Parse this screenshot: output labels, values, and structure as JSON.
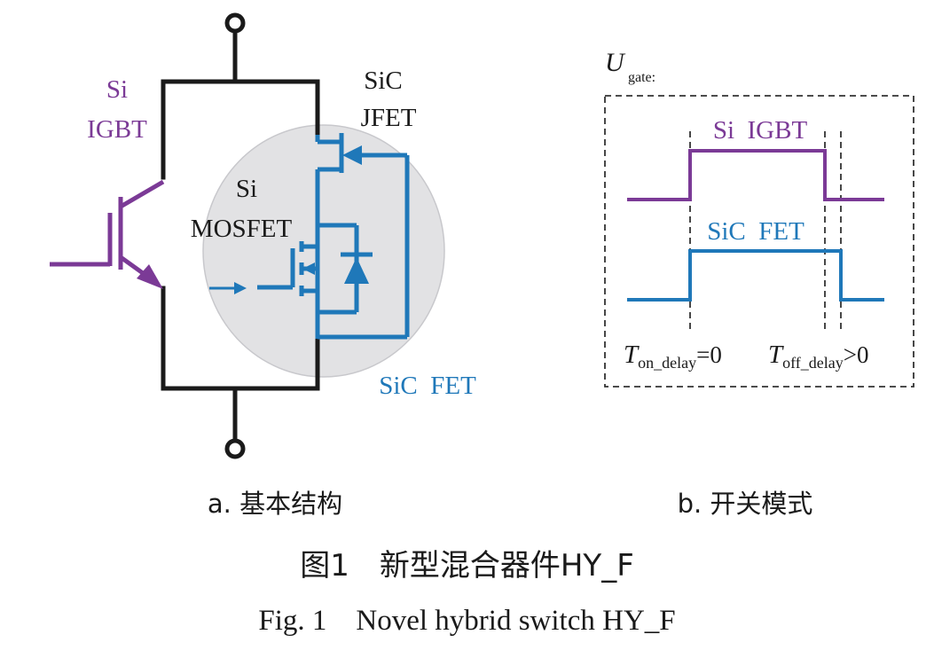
{
  "colors": {
    "black": "#1a1a1a",
    "igbt_purple": "#7b3a96",
    "fet_blue": "#1f78b9",
    "ellipse_fill": "#e2e2e4",
    "ellipse_stroke": "#c8c8cc",
    "dash": "#333333"
  },
  "circuit": {
    "igbt_label_1": "Si",
    "igbt_label_2": "IGBT",
    "jfet_label_1": "SiC",
    "jfet_label_2": "JFET",
    "mosfet_label_1": "Si",
    "mosfet_label_2": "MOSFET",
    "sic_fet_label": "SiC  FET"
  },
  "timing": {
    "u_symbol": "U",
    "u_subscript": "gate:",
    "igbt_trace_label": "Si  IGBT",
    "fet_trace_label": "SiC  FET",
    "t_on_symbol": "T",
    "t_on_sub": "on_delay",
    "t_on_value": "=0",
    "t_off_symbol": "T",
    "t_off_sub": "off_delay",
    "t_off_value": ">0"
  },
  "captions": {
    "sub_a": "a. 基本结构",
    "sub_b": "b. 开关模式",
    "figure_cn": "图1　新型混合器件HY_F",
    "figure_en": "Fig. 1　Novel hybrid switch HY_F"
  }
}
